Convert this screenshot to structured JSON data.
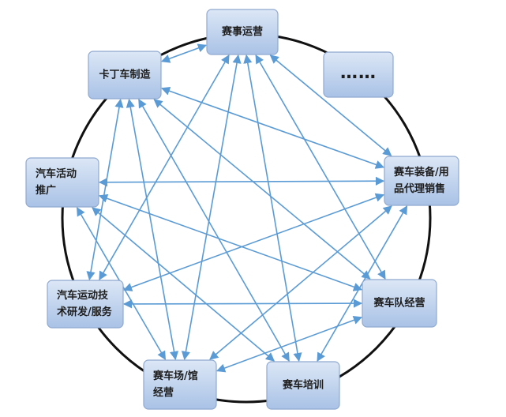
{
  "colors": {
    "edge": "#5b9bd5",
    "ring": "#111111",
    "node_fill_top": "#dce7f6",
    "node_fill_bottom": "#a9c2e6",
    "node_stroke": "#8fa9d0"
  },
  "nodes": [
    {
      "id": "event-operation",
      "lines": [
        "赛事运营"
      ]
    },
    {
      "id": "more",
      "lines": [
        "……"
      ]
    },
    {
      "id": "equipment-sales",
      "lines": [
        "赛车装备/用",
        "品代理销售"
      ]
    },
    {
      "id": "team-operation",
      "lines": [
        "赛车队经营"
      ]
    },
    {
      "id": "racing-training",
      "lines": [
        "赛车培训"
      ]
    },
    {
      "id": "venue-operation",
      "lines": [
        "赛车场/馆",
        "经营"
      ]
    },
    {
      "id": "tech-rd",
      "lines": [
        "汽车运动技",
        "术研发/服务"
      ]
    },
    {
      "id": "car-events",
      "lines": [
        "汽车活动",
        "推广"
      ]
    },
    {
      "id": "kart-making",
      "lines": [
        "卡丁车制造"
      ]
    }
  ],
  "edges": [
    [
      "event-operation",
      "kart-making"
    ],
    [
      "event-operation",
      "tech-rd"
    ],
    [
      "event-operation",
      "venue-operation"
    ],
    [
      "event-operation",
      "racing-training"
    ],
    [
      "event-operation",
      "team-operation"
    ],
    [
      "event-operation",
      "equipment-sales"
    ],
    [
      "kart-making",
      "tech-rd"
    ],
    [
      "kart-making",
      "venue-operation"
    ],
    [
      "kart-making",
      "racing-training"
    ],
    [
      "kart-making",
      "team-operation"
    ],
    [
      "kart-making",
      "equipment-sales"
    ],
    [
      "car-events",
      "equipment-sales"
    ],
    [
      "car-events",
      "team-operation"
    ],
    [
      "car-events",
      "racing-training"
    ],
    [
      "car-events",
      "venue-operation"
    ],
    [
      "equipment-sales",
      "venue-operation"
    ],
    [
      "equipment-sales",
      "racing-training"
    ],
    [
      "equipment-sales",
      "tech-rd"
    ],
    [
      "tech-rd",
      "team-operation"
    ],
    [
      "venue-operation",
      "team-operation"
    ]
  ]
}
